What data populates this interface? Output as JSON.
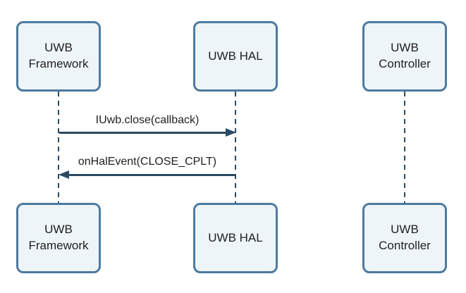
{
  "colors": {
    "background": "#ffffff",
    "actor_box_fill": "#eef5f9",
    "actor_box_border": "#4d7aa0",
    "lifeline": "#2b4a64",
    "message_line": "#2b4a64",
    "text": "#212121"
  },
  "actors": [
    {
      "id": "uwb-framework",
      "label": "UWB Framework"
    },
    {
      "id": "uwb-hal",
      "label": "UWB HAL"
    },
    {
      "id": "uwb-controller",
      "label": "UWB Controller"
    }
  ],
  "messages": [
    {
      "from": "uwb-framework",
      "to": "uwb-hal",
      "direction": "right",
      "label": "IUwb.close(callback)"
    },
    {
      "from": "uwb-hal",
      "to": "uwb-framework",
      "direction": "left",
      "label": "onHalEvent(CLOSE_CPLT)"
    }
  ]
}
